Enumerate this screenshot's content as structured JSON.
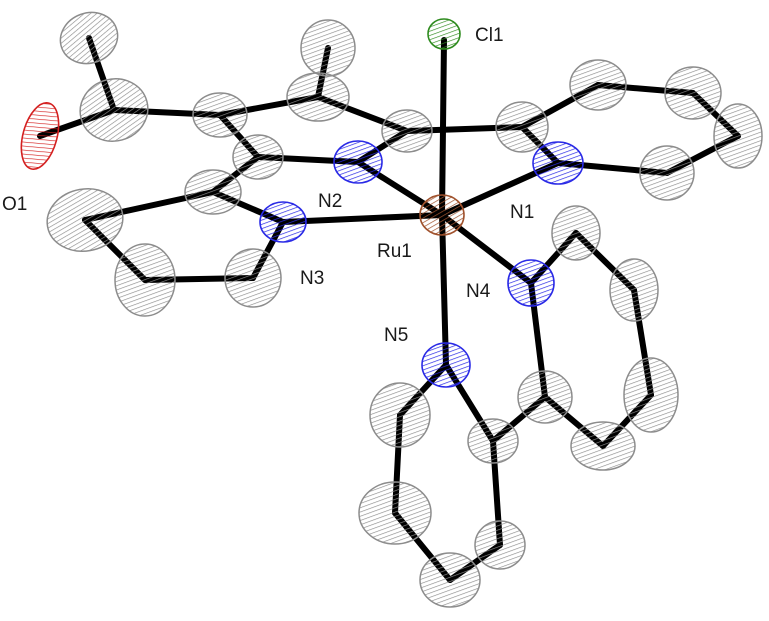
{
  "labels": {
    "cl1": "Cl1",
    "o1": "O1",
    "n1": "N1",
    "n2": "N2",
    "n3": "N3",
    "n4": "N4",
    "n5": "N5",
    "ru1": "Ru1"
  },
  "colors": {
    "carbon": "#8c8c8c",
    "nitrogen": "#2a2ae6",
    "oxygen": "#d42020",
    "chlorine": "#2e8b1e",
    "ruthenium": "#a0522d",
    "bond": "#000000",
    "text": "#1a1a1a"
  }
}
